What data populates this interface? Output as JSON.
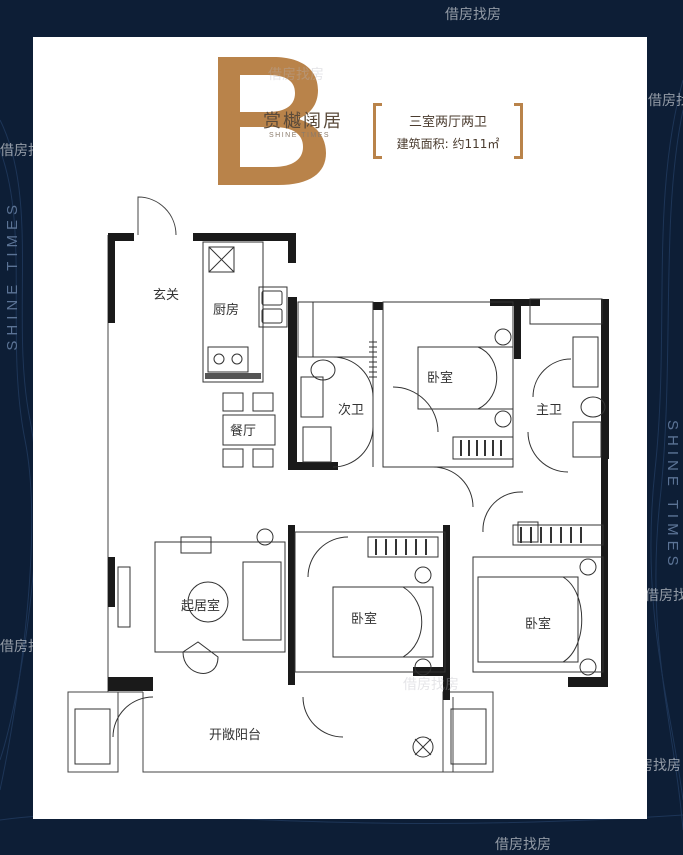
{
  "branding": {
    "letter": "B",
    "project_name_cn": "赏樾阔居",
    "project_name_en": "SHINE TIMES",
    "side_text": "SHINE TIMES",
    "accent_color": "#b9834a",
    "background_color": "#0d1e36"
  },
  "unit_info": {
    "layout": "三室两厅两卫",
    "area": "建筑面积: 约111㎡"
  },
  "rooms": {
    "entrance": "玄关",
    "kitchen": "厨房",
    "dining": "餐厅",
    "second_bath": "次卫",
    "bedroom_north": "卧室",
    "master_bath": "主卫",
    "living": "起居室",
    "bedroom_middle": "卧室",
    "bedroom_master": "卧室",
    "balcony": "开敞阳台"
  },
  "watermarks": {
    "text": "借房找房"
  }
}
